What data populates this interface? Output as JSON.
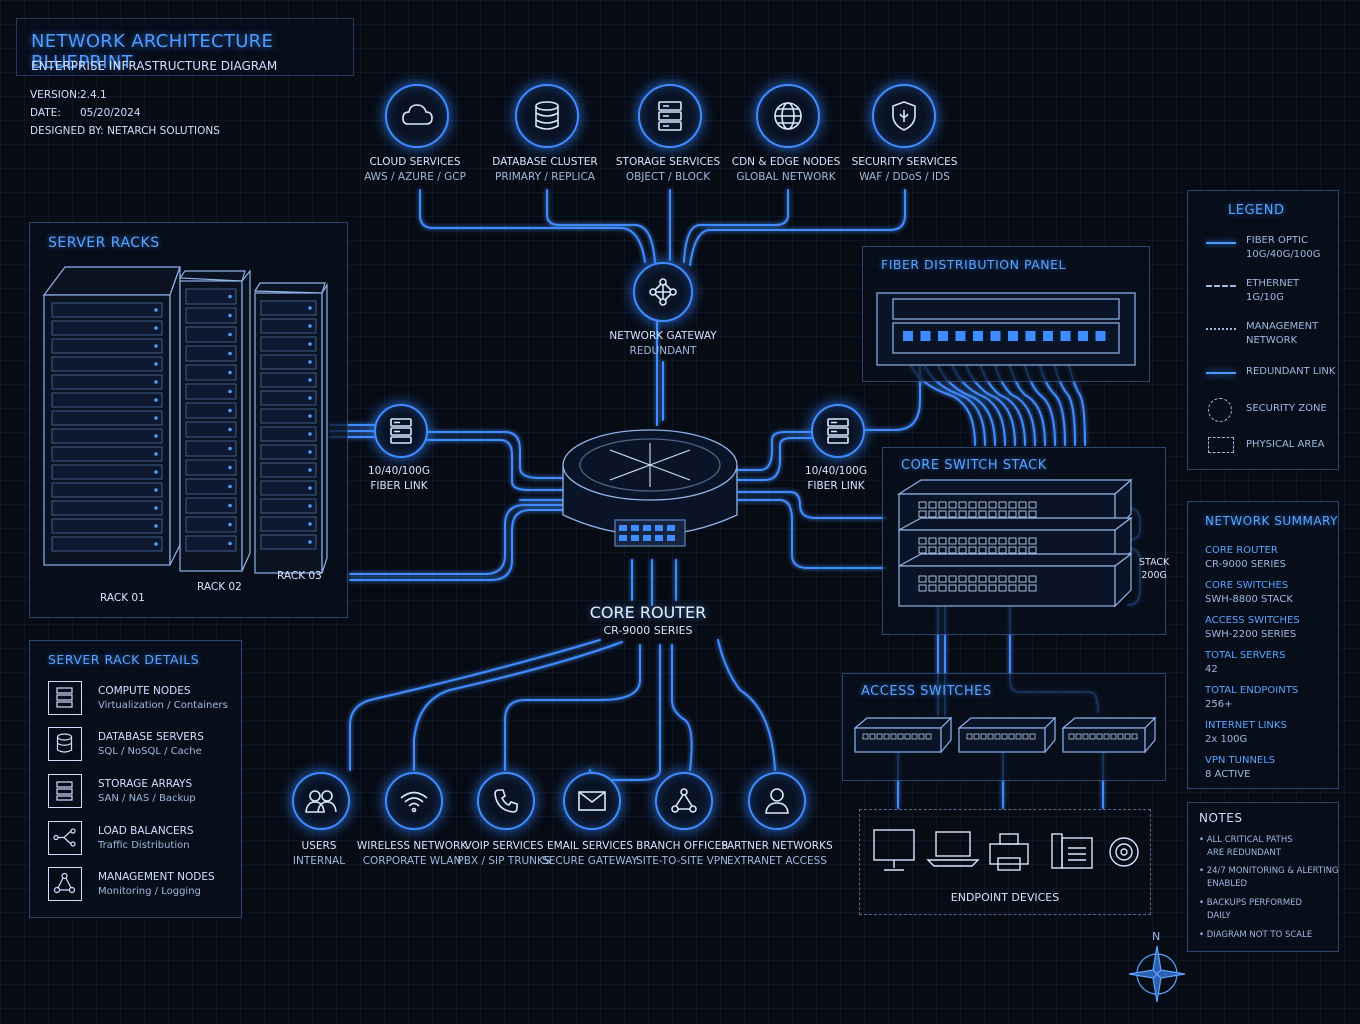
{
  "header": {
    "title": "NETWORK ARCHITECTURE BLUEPRINT",
    "subtitle": "ENTERPRISE INFRASTRUCTURE DIAGRAM",
    "version_label": "VERSION:",
    "version_value": "2.4.1",
    "date_label": "DATE:",
    "date_value": "05/20/2024",
    "designer_label": "DESIGNED BY:",
    "designer_value": "NETARCH SOLUTIONS"
  },
  "services": [
    {
      "title": "CLOUD SERVICES",
      "sub": "AWS / AZURE / GCP",
      "icon": "cloud-icon"
    },
    {
      "title": "DATABASE CLUSTER",
      "sub": "PRIMARY / REPLICA",
      "icon": "database-icon"
    },
    {
      "title": "STORAGE SERVICES",
      "sub": "OBJECT / BLOCK",
      "icon": "storage-icon"
    },
    {
      "title": "CDN & EDGE NODES",
      "sub": "GLOBAL NETWORK",
      "icon": "globe-icon"
    },
    {
      "title": "SECURITY SERVICES",
      "sub": "WAF / DDoS / IDS",
      "icon": "shield-icon"
    }
  ],
  "gateway": {
    "title": "NETWORK GATEWAY",
    "sub": "REDUNDANT",
    "icon": "network-hub-icon"
  },
  "server_racks": {
    "title": "SERVER RACKS",
    "racks": [
      "RACK 01",
      "RACK 02",
      "RACK 03"
    ]
  },
  "fiber_left": {
    "line1": "10/40/100G",
    "line2": "FIBER LINK"
  },
  "fiber_right": {
    "line1": "10/40/100G",
    "line2": "FIBER LINK"
  },
  "core_router": {
    "title": "CORE ROUTER",
    "sub": "CR-9000 SERIES"
  },
  "fiber_panel": {
    "title": "FIBER DISTRIBUTION PANEL"
  },
  "core_switch": {
    "title": "CORE SWITCH STACK",
    "stack_line1": "STACK",
    "stack_line2": "200G"
  },
  "access_switches": {
    "title": "ACCESS SWITCHES"
  },
  "endpoints": {
    "title": "ENDPOINT DEVICES",
    "icons": [
      "monitor-icon",
      "laptop-icon",
      "printer-icon",
      "phone-icon",
      "camera-icon"
    ]
  },
  "bottom_nodes": [
    {
      "title": "USERS",
      "sub": "INTERNAL",
      "icon": "users-icon"
    },
    {
      "title": "WIRELESS NETWORK",
      "sub": "CORPORATE WLAN",
      "icon": "wifi-icon"
    },
    {
      "title": "VOIP SERVICES",
      "sub": "PBX / SIP TRUNKS",
      "icon": "phone-icon"
    },
    {
      "title": "EMAIL SERVICES",
      "sub": "SECURE GATEWAY",
      "icon": "mail-icon"
    },
    {
      "title": "BRANCH OFFICES",
      "sub": "SITE-TO-SITE VPN",
      "icon": "share-icon"
    },
    {
      "title": "PARTNER NETWORKS",
      "sub": "EXTRANET ACCESS",
      "icon": "user-icon"
    }
  ],
  "details": {
    "title": "SERVER RACK DETAILS",
    "items": [
      {
        "title": "COMPUTE NODES",
        "sub": "Virtualization / Containers",
        "icon": "server-icon"
      },
      {
        "title": "DATABASE SERVERS",
        "sub": "SQL / NoSQL / Cache",
        "icon": "database-icon"
      },
      {
        "title": "STORAGE ARRAYS",
        "sub": "SAN / NAS / Backup",
        "icon": "storage-icon"
      },
      {
        "title": "LOAD BALANCERS",
        "sub": "Traffic Distribution",
        "icon": "balancer-icon"
      },
      {
        "title": "MANAGEMENT NODES",
        "sub": "Monitoring / Logging",
        "icon": "network-hub-icon"
      }
    ]
  },
  "legend": {
    "title": "LEGEND",
    "items": [
      {
        "line1": "FIBER OPTIC",
        "line2": "10G/40G/100G",
        "style": "solid"
      },
      {
        "line1": "ETHERNET",
        "line2": "1G/10G",
        "style": "dashed"
      },
      {
        "line1": "MANAGEMENT",
        "line2": "NETWORK",
        "style": "dotted"
      },
      {
        "line1": "REDUNDANT LINK",
        "line2": "",
        "style": "solid-glow"
      },
      {
        "line1": "SECURITY ZONE",
        "line2": "",
        "style": "circle"
      },
      {
        "line1": "PHYSICAL AREA",
        "line2": "",
        "style": "box"
      }
    ]
  },
  "summary": {
    "title": "NETWORK SUMMARY",
    "items": [
      {
        "label": "CORE ROUTER",
        "value": "CR-9000 SERIES"
      },
      {
        "label": "CORE SWITCHES",
        "value": "SWH-8800 STACK"
      },
      {
        "label": "ACCESS SWITCHES",
        "value": "SWH-2200 SERIES"
      },
      {
        "label": "TOTAL SERVERS",
        "value": "42"
      },
      {
        "label": "TOTAL ENDPOINTS",
        "value": "256+"
      },
      {
        "label": "INTERNET LINKS",
        "value": "2x 100G"
      },
      {
        "label": "VPN TUNNELS",
        "value": "8 ACTIVE"
      }
    ]
  },
  "notes": {
    "title": "NOTES",
    "items": [
      {
        "line1": "ALL CRITICAL PATHS",
        "line2": "ARE REDUNDANT"
      },
      {
        "line1": "24/7 MONITORING & ALERTING",
        "line2": "ENABLED"
      },
      {
        "line1": "BACKUPS PERFORMED",
        "line2": "DAILY"
      },
      {
        "line1": "DIAGRAM NOT TO SCALE",
        "line2": ""
      }
    ]
  },
  "compass": {
    "north": "N"
  },
  "colors": {
    "accent": "#3f8cff",
    "glow": "#5aa4ff",
    "background": "#070b14"
  }
}
